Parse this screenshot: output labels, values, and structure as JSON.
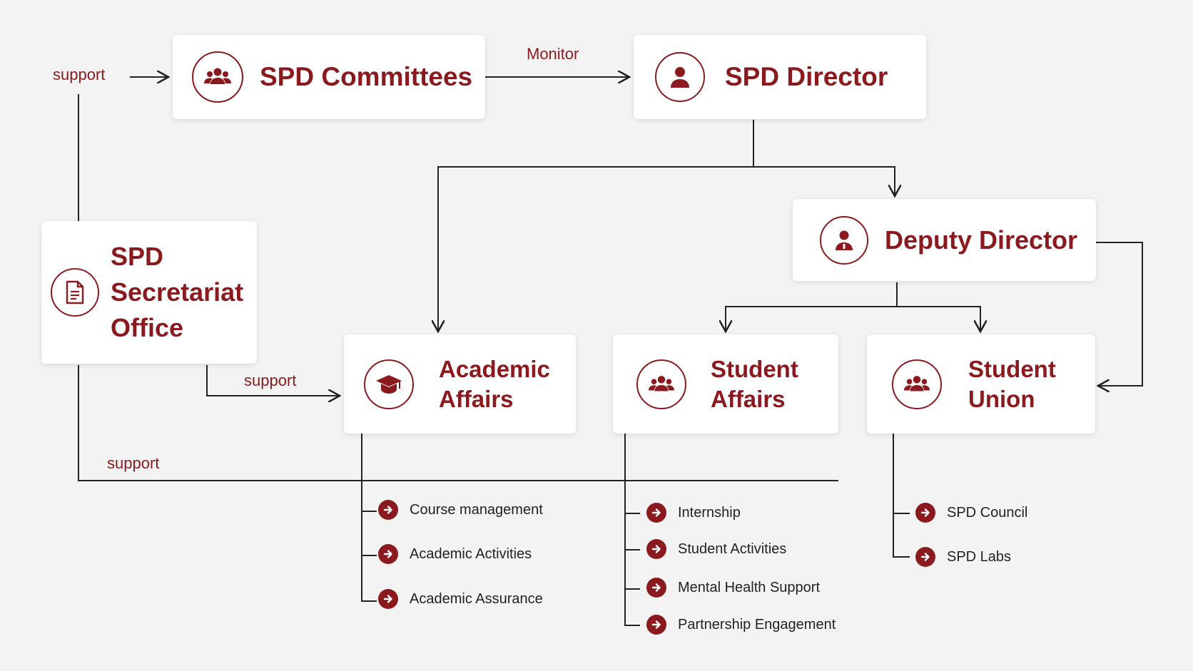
{
  "colors": {
    "accent": "#8b1a1f",
    "line": "#222222",
    "card": "#ffffff",
    "background": "#f3f3f3"
  },
  "nodes": {
    "committees": {
      "title": "SPD Committees",
      "icon": "group-icon"
    },
    "director": {
      "title": "SPD Director",
      "icon": "person-icon"
    },
    "deputy": {
      "title": "Deputy Director",
      "icon": "person-badge-icon"
    },
    "secretariat": {
      "title_lines": [
        "SPD",
        "Secretariat",
        "Office"
      ],
      "icon": "document-icon"
    },
    "academic": {
      "title_lines": [
        "Academic",
        "Affairs"
      ],
      "icon": "graduation-cap-icon"
    },
    "student_affairs": {
      "title_lines": [
        "Student",
        "Affairs"
      ],
      "icon": "group-icon"
    },
    "student_union": {
      "title_lines": [
        "Student",
        "Union"
      ],
      "icon": "group-icon"
    }
  },
  "edge_labels": {
    "monitor": "Monitor",
    "support_top": "support",
    "support_academic": "support",
    "support_bottom": "support"
  },
  "tasks": {
    "academic": [
      "Course management",
      "Academic Activities",
      "Academic Assurance"
    ],
    "student_affairs": [
      "Internship",
      "Student Activities",
      "Mental Health Support",
      "Partnership Engagement"
    ],
    "student_union": [
      "SPD Council",
      "SPD Labs"
    ]
  }
}
